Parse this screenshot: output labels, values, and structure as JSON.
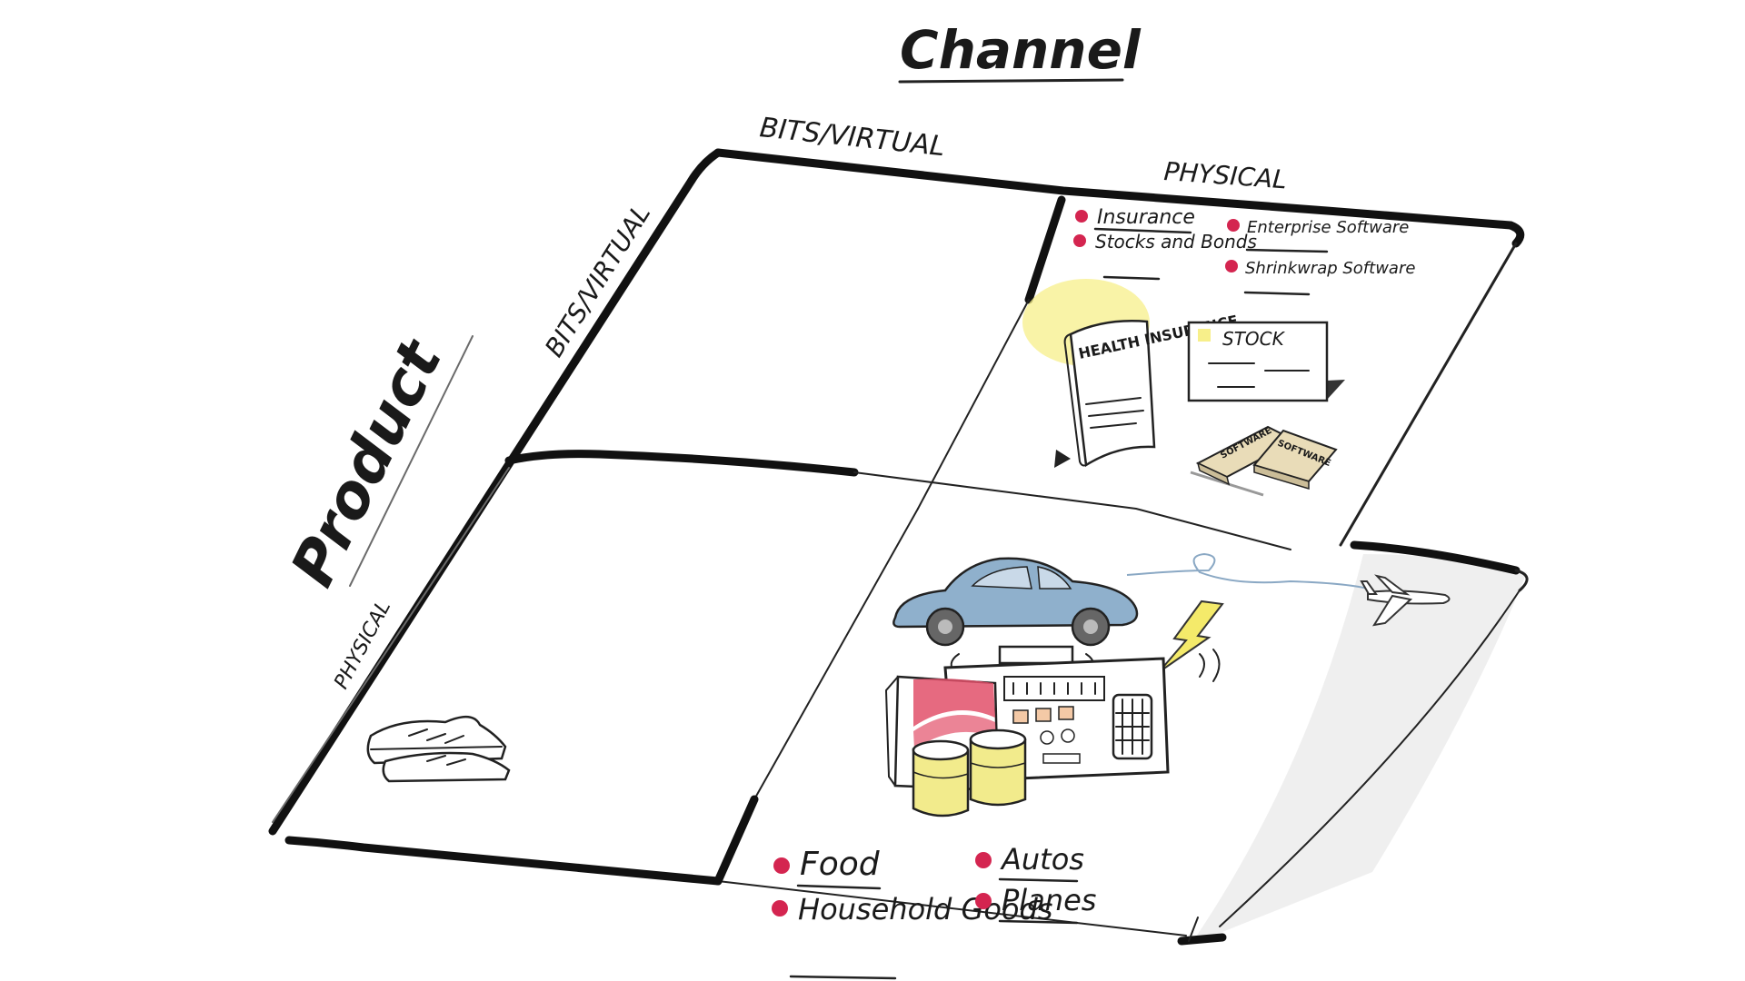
{
  "title": "Channel",
  "axis_label": "Product",
  "column_labels": [
    "BITS/VIRTUAL",
    "PHYSICAL"
  ],
  "row_labels": [
    "BITS/VIRTUAL",
    "PHYSICAL"
  ],
  "quadrant_top_right": {
    "bullets_left": [
      "Insurance",
      "Stocks and Bonds"
    ],
    "bullets_right": [
      "Enterprise Software",
      "Shrinkwrap Software"
    ],
    "doc_label": "HEALTH INSURANCE",
    "stock_label": "STOCK",
    "box_label_1": "SOFTWARE",
    "box_label_2": "SOFTWARE"
  },
  "quadrant_bottom_right": {
    "bullets_left": [
      "Food",
      "Household Goods"
    ],
    "bullets_right": [
      "Autos",
      "Planes"
    ]
  },
  "colors": {
    "ink": "#1a1a1a",
    "bullet": "#d42550",
    "car": "#8fb0cc",
    "highlight": "#f7ef8a",
    "box": "#e9dcb8",
    "can": "#f2eb8c",
    "flag_red": "#e2506a",
    "radio_buttons": "#f4c9a6",
    "plane_trail": "#8aa8c4"
  },
  "icons": [
    "shoe-icon",
    "car-icon",
    "radio-icon",
    "cans-icon",
    "airplane-icon",
    "lightning-icon",
    "document-icon",
    "stock-certificate-icon",
    "software-box-icon"
  ]
}
